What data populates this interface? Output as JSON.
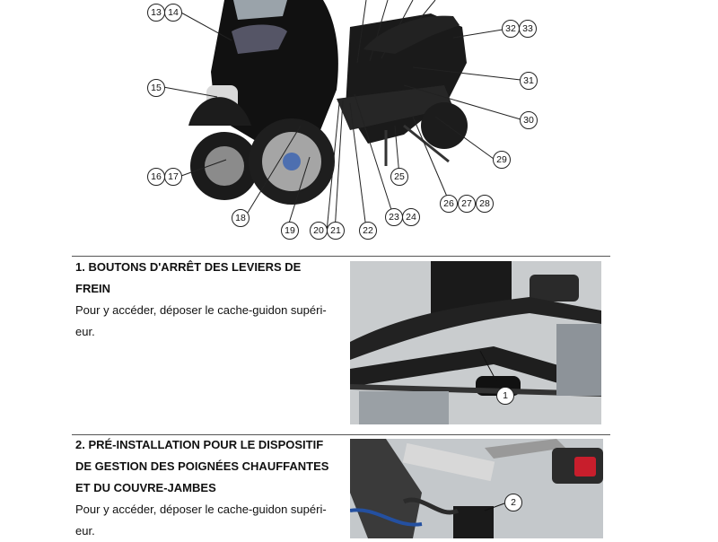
{
  "scooter_callouts": [
    "13",
    "14",
    "15",
    "16",
    "17",
    "18",
    "19",
    "20",
    "21",
    "22",
    "23",
    "24",
    "25",
    "26",
    "27",
    "28",
    "29",
    "30",
    "31",
    "32",
    "33"
  ],
  "section1": {
    "title_line1": "1. BOUTONS D'ARRÊT DES LEVIERS DE",
    "title_line2": "FREIN",
    "text_line1": "Pour y accéder, déposer le cache-guidon supéri-",
    "text_line2": "eur.",
    "callout": "1"
  },
  "section2": {
    "title_line1": "2. PRÉ-INSTALLATION POUR LE DISPOSITIF",
    "title_line2": "DE GESTION DES POIGNÉES CHAUFFANTES",
    "title_line3": "ET DU COUVRE-JAMBES",
    "text_line1": "Pour y accéder, déposer le cache-guidon supéri-",
    "text_line2": "eur.",
    "callout": "2"
  }
}
